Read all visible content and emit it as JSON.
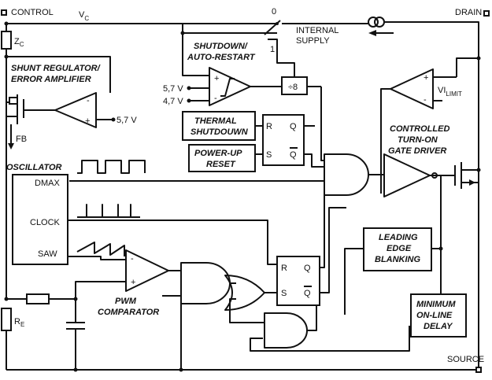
{
  "pins": {
    "control": "CONTROL",
    "vc": "V",
    "vc_sub": "C",
    "drain": "DRAIN",
    "source": "SOURCE",
    "fb": "FB"
  },
  "components": {
    "zc": "Z",
    "zc_sub": "C",
    "re": "R",
    "re_sub": "E"
  },
  "labels": {
    "shunt_line1": "SHUNT REGULATOR/",
    "shunt_line2": "ERROR AMPLIFIER",
    "shunt_ref": "5,7 V",
    "shutdown_line1": "SHUTDOWN/",
    "shutdown_line2": "AUTO-RESTART",
    "switch_0": "0",
    "switch_1": "1",
    "internal_line1": "INTERNAL",
    "internal_line2": "SUPPLY",
    "hyst_v1": "5,7 V",
    "hyst_v2": "4,7 V",
    "divider": "÷8",
    "thermal_line1": "THERMAL",
    "thermal_line2": "SHUTDOUWN",
    "powerup_line1": "POWER-UP",
    "powerup_line2": "RESET",
    "latch1_r": "R",
    "latch1_s": "S",
    "latch1_q": "Q",
    "latch1_qbar": "Q",
    "latch2_r": "R",
    "latch2_s": "S",
    "latch2_q": "Q",
    "latch2_qbar": "Q",
    "vilimit_v": "V",
    "vilimit_i": "I",
    "vilimit_sub": "LIMIT",
    "gate_line1": "CONTROLLED",
    "gate_line2": "TURN-ON",
    "gate_line3": "GATE DRIVER",
    "oscillator": "OSCILLATOR",
    "dmax": "DMAX",
    "clock": "CLOCK",
    "saw": "SAW",
    "pwm_line1": "PWM",
    "pwm_line2": "COMPARATOR",
    "leb_line1": "LEADING",
    "leb_line2": "EDGE",
    "leb_line3": "BLANKING",
    "mol_line1": "MINIMUM",
    "mol_line2": "ON-LINE",
    "mol_line3": "DELAY",
    "plus": "+",
    "minus": "-"
  }
}
